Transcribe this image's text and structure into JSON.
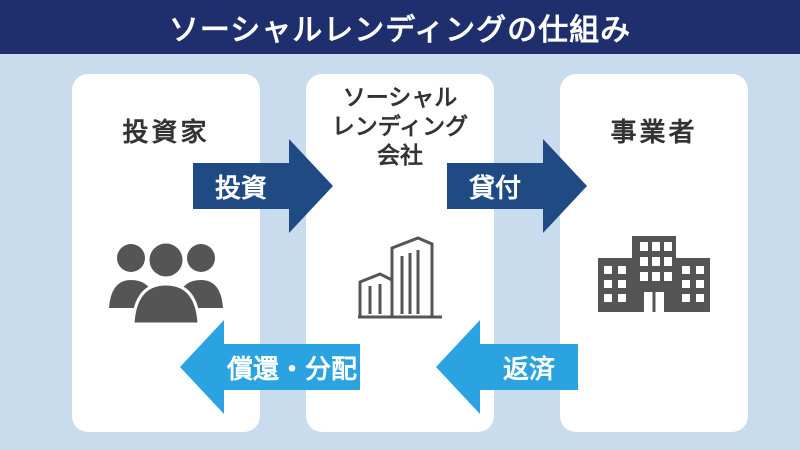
{
  "title": "ソーシャルレンディングの仕組み",
  "panels": {
    "investor": "投資家",
    "company_lines": [
      "ソーシャル",
      "レンディング",
      "会社"
    ],
    "business": "事業者"
  },
  "arrows": {
    "invest": "投資",
    "loan": "貸付",
    "repay": "返済",
    "redeem": "償還・分配"
  },
  "colors": {
    "title_bg": "#1f2f6e",
    "background": "#c9dcee",
    "dark_arrow": "#1f4a84",
    "light_arrow": "#2aa3e0",
    "icon": "#555555"
  },
  "icons": {
    "investor": "people-group-icon",
    "company": "office-buildings-icon",
    "business": "office-building-icon"
  }
}
